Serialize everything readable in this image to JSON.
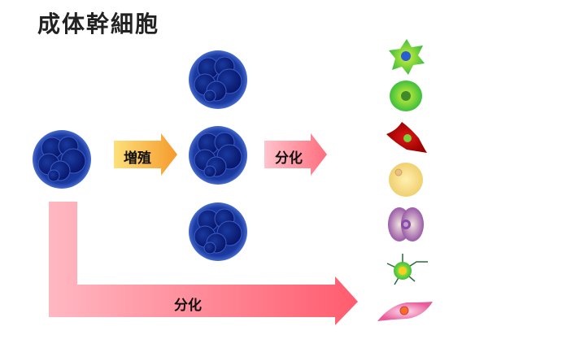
{
  "title": "成体幹細胞",
  "arrows": {
    "proliferation": "増殖",
    "differentiation_top": "分化",
    "differentiation_bottom": "分化"
  },
  "colors": {
    "stem_cell": "#1a3fa8",
    "proliferation_arrow": "#f7a93a",
    "differentiation_arrow": "#ff6a7a"
  },
  "cells": [
    "bone-like-green-star-cell",
    "green-round-cell",
    "red-muscle-cell",
    "yellow-fat-cell",
    "purple-cell",
    "neuron-cell",
    "pink-spindle-cell"
  ]
}
